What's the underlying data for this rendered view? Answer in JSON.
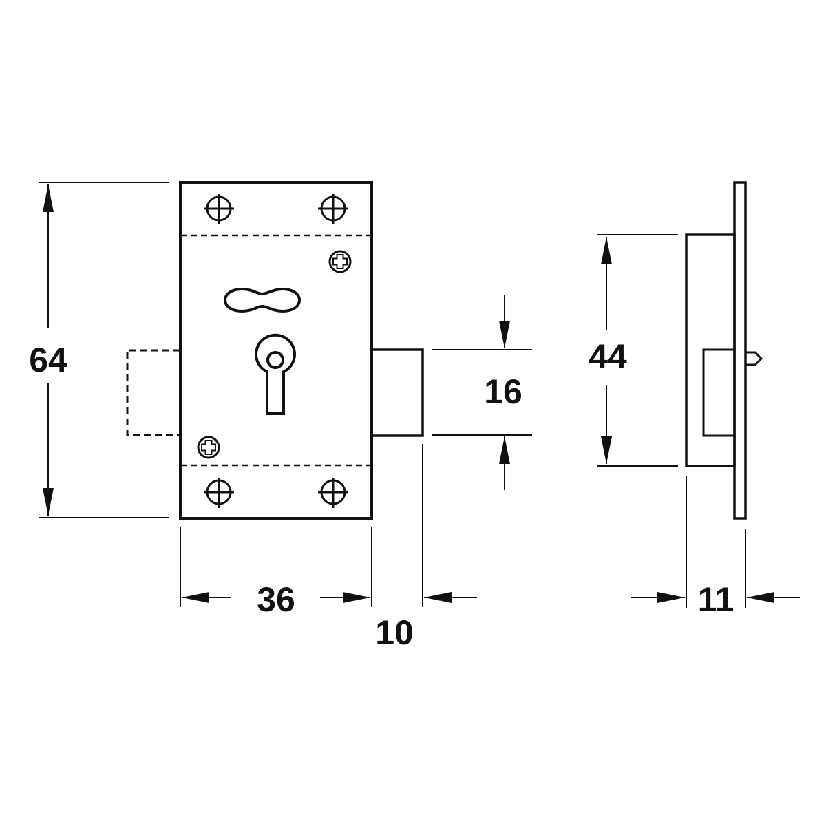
{
  "colors": {
    "line": "#111111",
    "background": "#ffffff"
  },
  "dimensions": {
    "height": "64",
    "width": "36",
    "bolt_projection": "10",
    "bolt_height": "16",
    "side_height": "44",
    "side_depth": "11"
  }
}
